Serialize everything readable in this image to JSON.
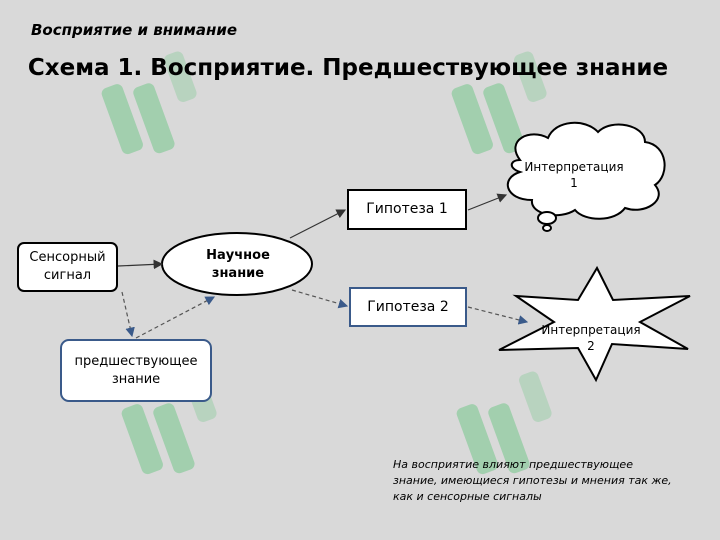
{
  "header": {
    "subtitle": "Восприятие и внимание",
    "title": "Схема 1. Восприятие. Предшествующее знание"
  },
  "diagram": {
    "sensor_signal": "Сенсорный сигнал",
    "prior_knowledge": "предшествующее знание",
    "scientific_knowledge": "Научное знание",
    "hypothesis_1": "Гипотеза 1",
    "hypothesis_2": "Гипотеза 2",
    "interpretation_1": "Интерпретация 1",
    "interpretation_2": "Интерпретация 2"
  },
  "note": "На восприятие влияют предшествующее знание, имеющиеся гипотезы и мнения так же, как и сенсорные сигналы",
  "colors": {
    "background": "#d9d9d9",
    "box_fill": "#ffffff",
    "blue_border": "#3a5a8a",
    "watermark": "#5ec27a"
  }
}
